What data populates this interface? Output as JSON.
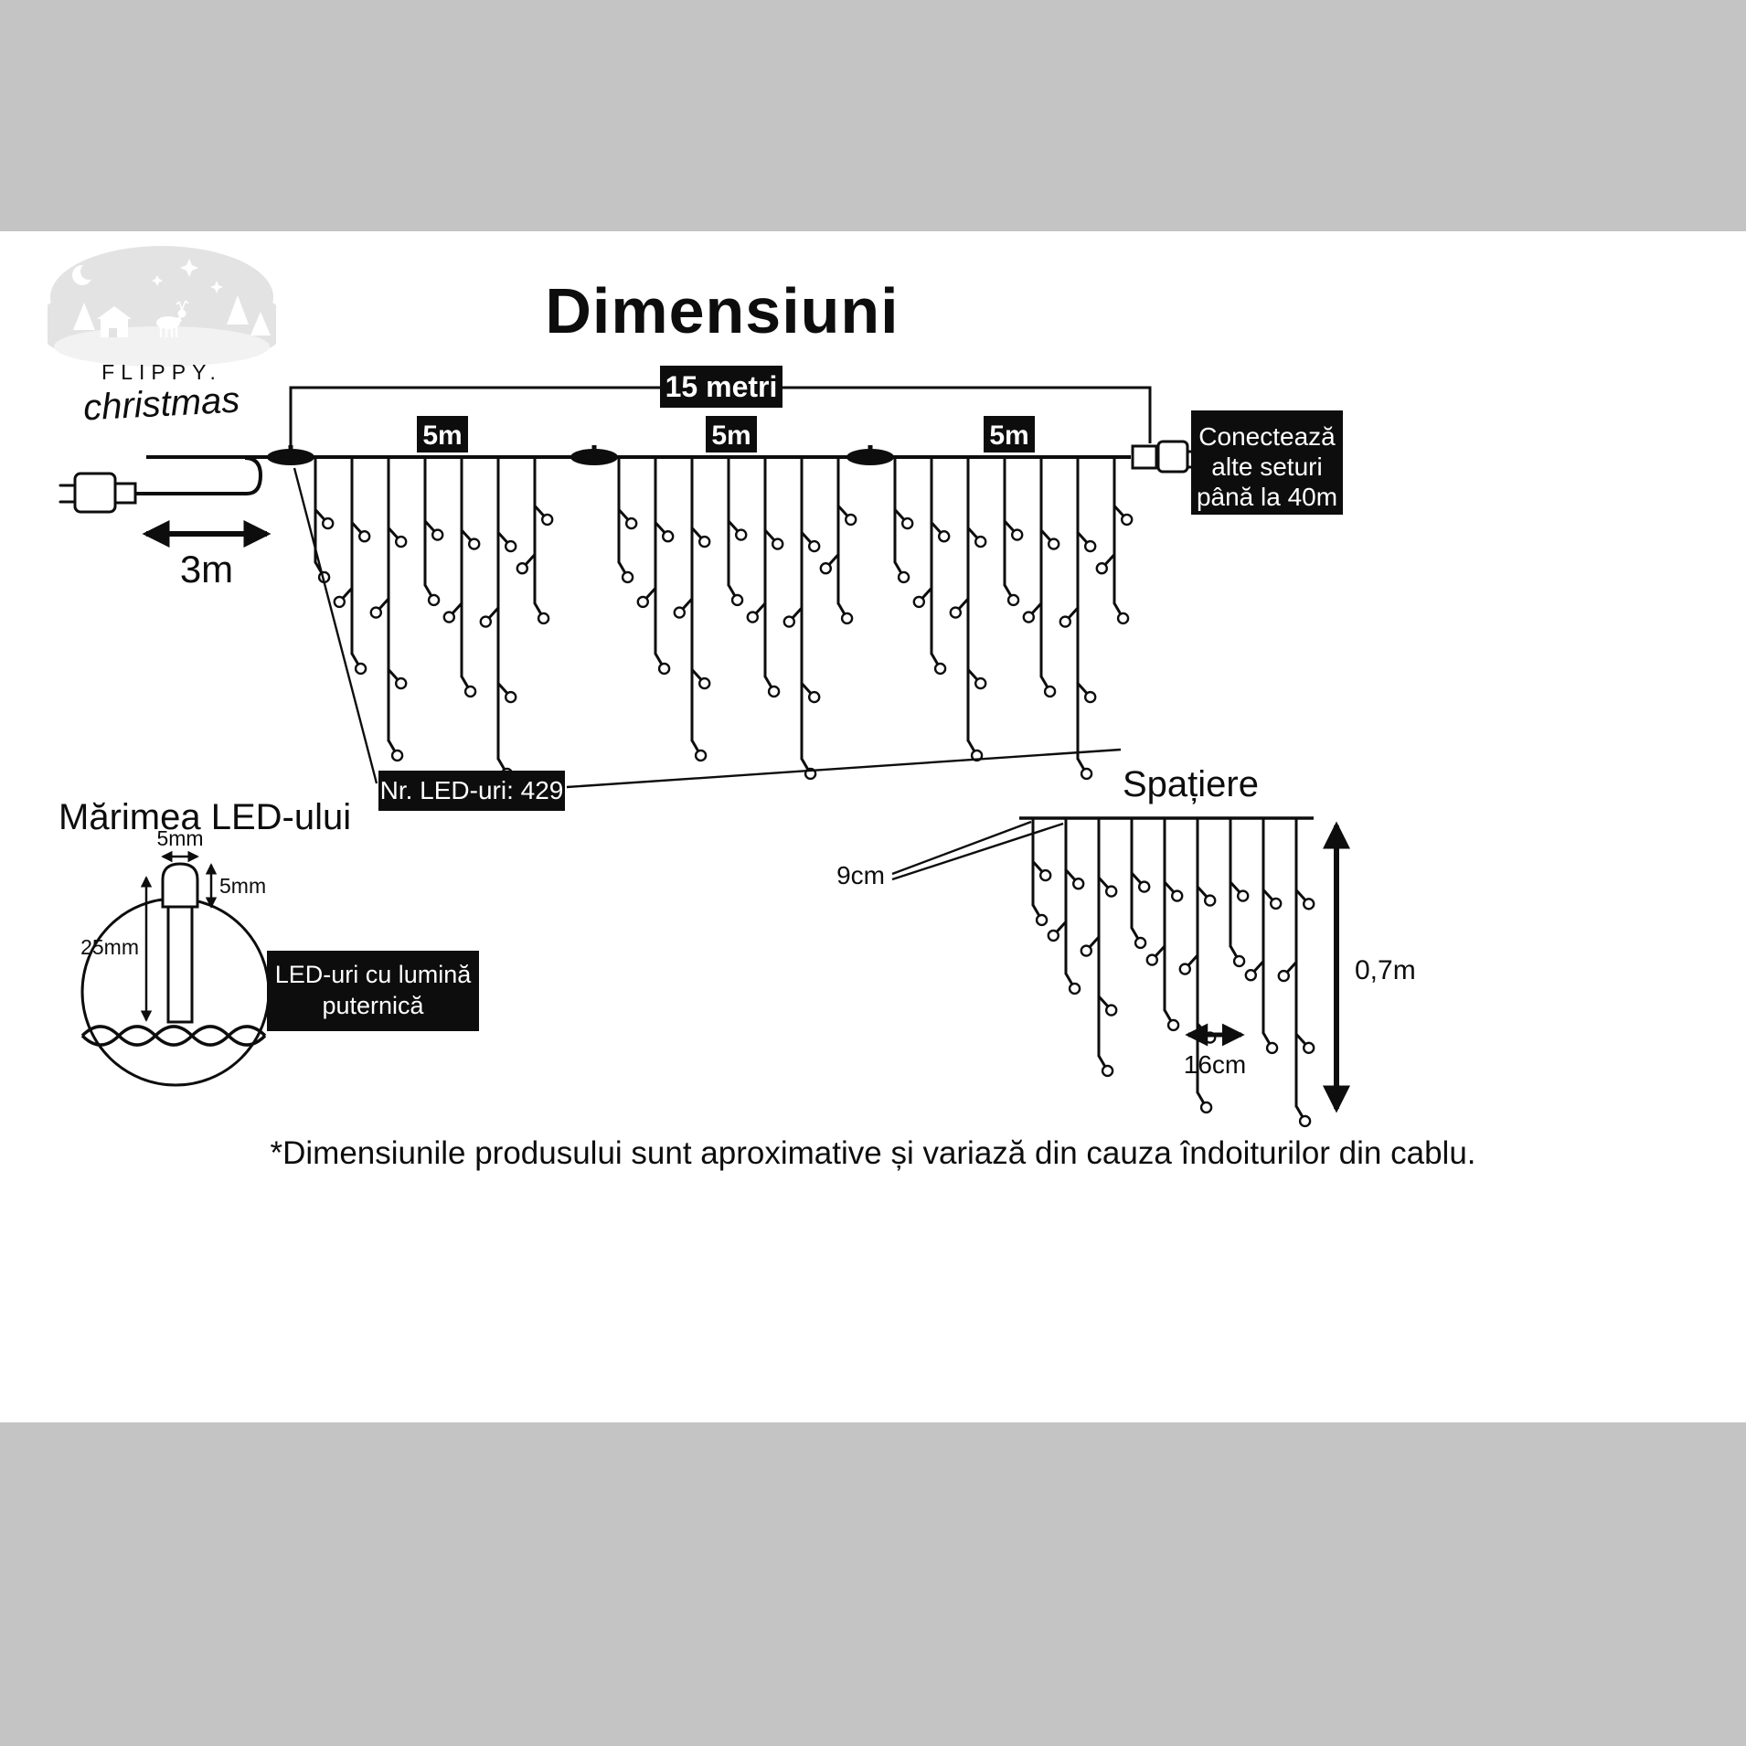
{
  "colors": {
    "accent": "#0d0d0d",
    "band_gray": "#c4c4c4",
    "logo_gray": "#e3e3e3"
  },
  "logo": {
    "brand": "FLIPPY.",
    "script": "christmas"
  },
  "title": "Dimensiuni",
  "string_diagram": {
    "total_length": "15 metri",
    "segments": [
      "5m",
      "5m",
      "5m"
    ],
    "lead_length": "3m",
    "connect_note": [
      "Conectează",
      "alte seturi",
      "până la 40m"
    ],
    "led_count": "Nr. LED-uri: 429"
  },
  "led_size": {
    "heading": "Mărimea LED-ului",
    "bulb_width": "5mm",
    "bulb_cap_height": "5mm",
    "bulb_length": "25mm",
    "note": [
      "LED-uri cu lumină",
      "puternică"
    ]
  },
  "spacing": {
    "heading": "Spațiere",
    "drop_gap": "9cm",
    "led_gap": "16cm",
    "drop_length": "0,7m"
  },
  "footnote": "*Dimensiunile produsului sunt aproximative și variază din cauza îndoiturilor din cablu."
}
